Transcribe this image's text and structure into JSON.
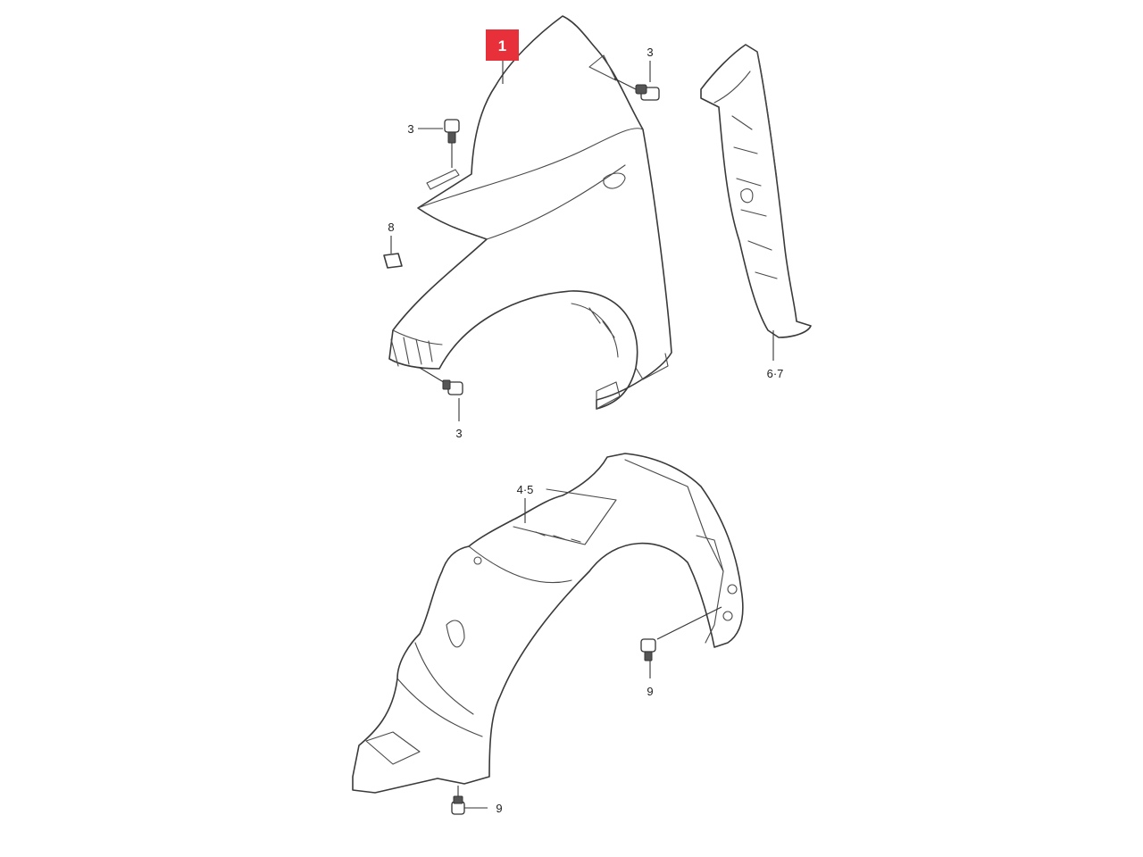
{
  "diagram": {
    "highlight_color": "#e8303a",
    "line_color": "#3a3a3a",
    "callouts": {
      "fender": "1",
      "bolt_fender_top": "3",
      "bolt_fender_left": "3",
      "bolt_fender_bottom": "3",
      "fender_seal": "6·7",
      "mud_guard_cap": "8",
      "inner_liner": "4·5",
      "clip_liner_right": "9",
      "clip_liner_bottom": "9"
    }
  }
}
